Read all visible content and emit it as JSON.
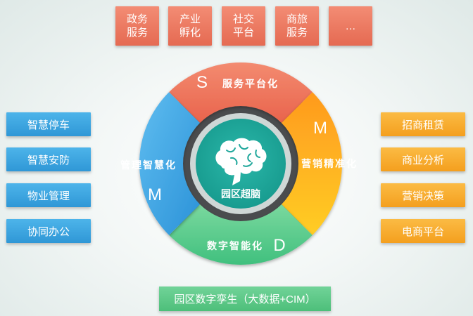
{
  "top_items": [
    {
      "label": "政务\n服务"
    },
    {
      "label": "产业\n孵化"
    },
    {
      "label": "社交\n平台"
    },
    {
      "label": "商旅\n服务"
    },
    {
      "label": "…"
    }
  ],
  "left_items": [
    {
      "label": "智慧停车"
    },
    {
      "label": "智慧安防"
    },
    {
      "label": "物业管理"
    },
    {
      "label": "协同办公"
    }
  ],
  "right_items": [
    {
      "label": "招商租赁"
    },
    {
      "label": "商业分析"
    },
    {
      "label": "营销决策"
    },
    {
      "label": "电商平台"
    }
  ],
  "wheel": {
    "top": {
      "letter": "S",
      "title": "服务平台化",
      "color": "#ef7a62"
    },
    "right": {
      "letter": "M",
      "title": "营销精准化",
      "color": "#fbb81e"
    },
    "bottom": {
      "letter": "D",
      "title": "数字智能化",
      "color": "#4fcb8a"
    },
    "left": {
      "letter": "M",
      "title": "管理智慧化",
      "color": "#3aa5e4"
    },
    "center": {
      "label": "园区超脑",
      "color": "#1fa79b"
    }
  },
  "bottom_bar": {
    "label": "园区数字孪生（大数据+CIM）"
  }
}
